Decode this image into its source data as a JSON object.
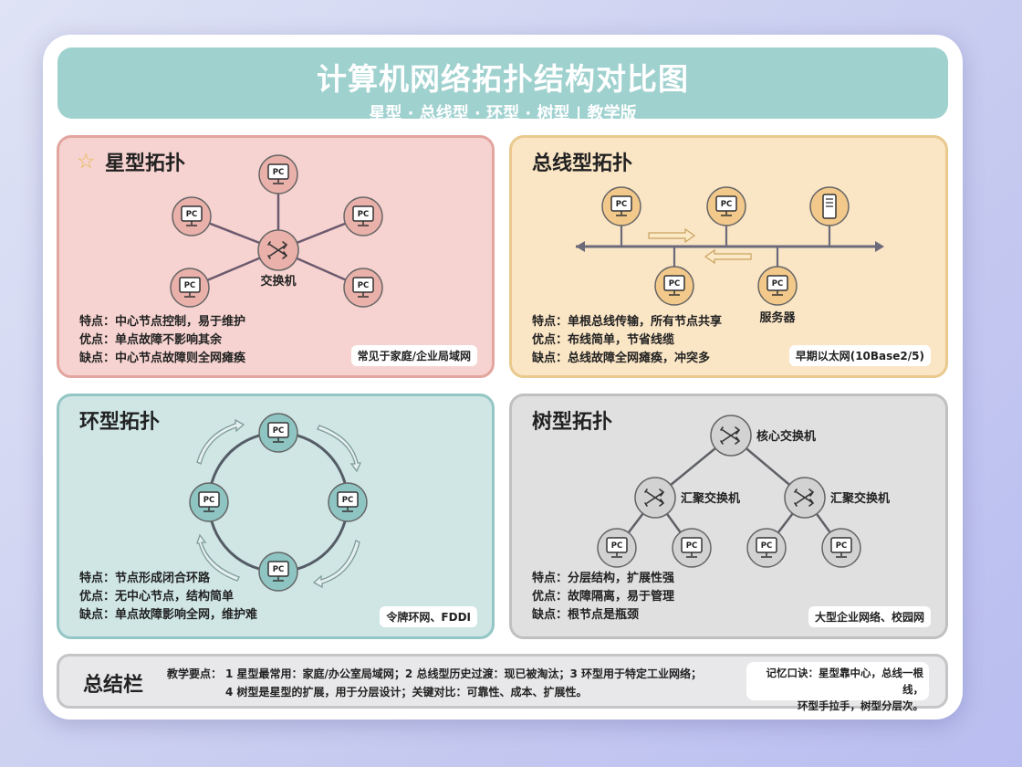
{
  "header": {
    "title": "计算机网络拓扑结构对比图",
    "subtitle": "星型 · 总线型 · 环型 · 树型 | 教学版"
  },
  "node_label": "PC",
  "colors": {
    "star_node": "#eab0aa",
    "star_line": "#6b5a6e",
    "bus_node": "#f2c98a",
    "bus_line": "#6a6a7a",
    "ring_node": "#8ec4c2",
    "ring_line": "#555c66",
    "tree_node": "#d2d2d2",
    "tree_line": "#5e6066"
  },
  "star": {
    "title": "星型拓扑",
    "hub_label": "交换机",
    "features": [
      "特点：中心节点控制，易于维护",
      "优点：单点故障不影响其余",
      "缺点：中心节点故障则全网瘫痪"
    ],
    "tag": "常见于家庭/企业局域网"
  },
  "bus": {
    "title": "总线型拓扑",
    "server_label": "服务器",
    "features": [
      "特点：单根总线传输，所有节点共享",
      "优点：布线简单，节省线缆",
      "缺点：总线故障全网瘫痪，冲突多"
    ],
    "tag": "早期以太网(10Base2/5)"
  },
  "ring": {
    "title": "环型拓扑",
    "features": [
      "特点：节点形成闭合环路",
      "优点：无中心节点，结构简单",
      "缺点：单点故障影响全网，维护难"
    ],
    "tag": "令牌环网、FDDI"
  },
  "tree": {
    "title": "树型拓扑",
    "core_label": "核心交换机",
    "agg_label_left": "汇聚交换机",
    "agg_label_right": "汇聚交换机",
    "features": [
      "特点：分层结构，扩展性强",
      "优点：故障隔离，易于管理",
      "缺点：根节点是瓶颈"
    ],
    "tag": "大型企业网络、校园网"
  },
  "summary": {
    "title": "总结栏",
    "label": "教学要点：",
    "line1": "1 星型最常用：家庭/办公室局域网；2 总线型历史过渡：现已被淘汰；3 环型用于特定工业网络；",
    "line2": "4 树型是星型的扩展，用于分层设计；关键对比：可靠性、成本、扩展性。",
    "mnemonic_line1": "记忆口诀：星型靠中心，总线一根线，",
    "mnemonic_line2": "环型手拉手，树型分层次。"
  }
}
